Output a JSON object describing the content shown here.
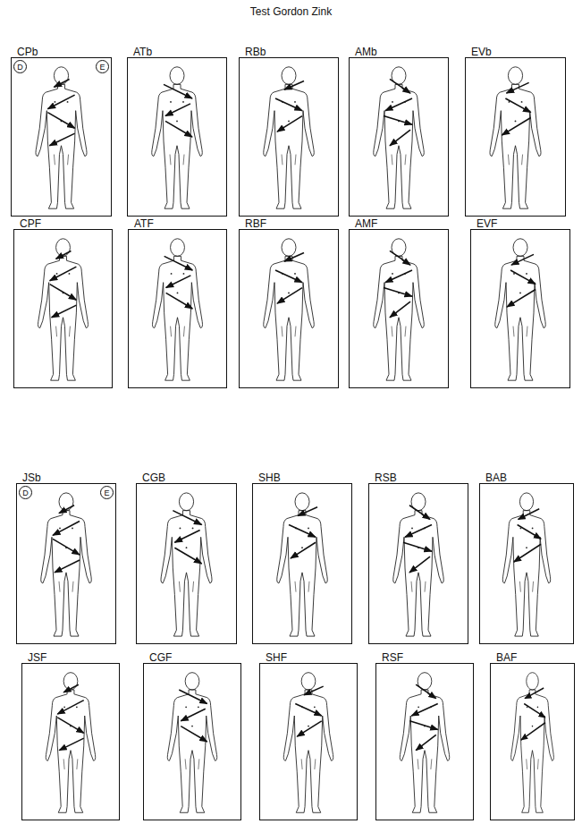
{
  "diagram": {
    "title": "Test Gordon Zink",
    "nodes": [
      {
        "text": [
          "CPb"
        ]
      },
      {
        "text": [
          "D"
        ],
        "in": 0
      },
      {
        "text": [
          "E"
        ],
        "in": 0
      },
      {
        "text": [
          "ATb"
        ]
      },
      {
        "text": [
          "RBb"
        ]
      },
      {
        "text": [
          "AMb"
        ]
      },
      {
        "text": [
          "EVb"
        ]
      },
      {
        "text": [
          "CPF"
        ]
      },
      {
        "text": [
          "ATF"
        ]
      },
      {
        "text": [
          "RBF"
        ]
      },
      {
        "text": [
          "AMF"
        ]
      },
      {
        "text": [
          "EVF"
        ]
      },
      {
        "text": [
          "JSb"
        ]
      },
      {
        "text": [
          "D"
        ],
        "in": 12
      },
      {
        "text": [
          "E"
        ],
        "in": 12
      },
      {
        "text": [
          "CGB"
        ]
      },
      {
        "text": [
          "SHB"
        ]
      },
      {
        "text": [
          "RSB"
        ]
      },
      {
        "text": [
          "BAB"
        ]
      },
      {
        "text": [
          "JSF"
        ]
      },
      {
        "text": [
          "CGF"
        ]
      },
      {
        "text": [
          "SHF"
        ]
      },
      {
        "text": [
          "RSF"
        ]
      },
      {
        "text": [
          "BAF"
        ]
      }
    ]
  }
}
